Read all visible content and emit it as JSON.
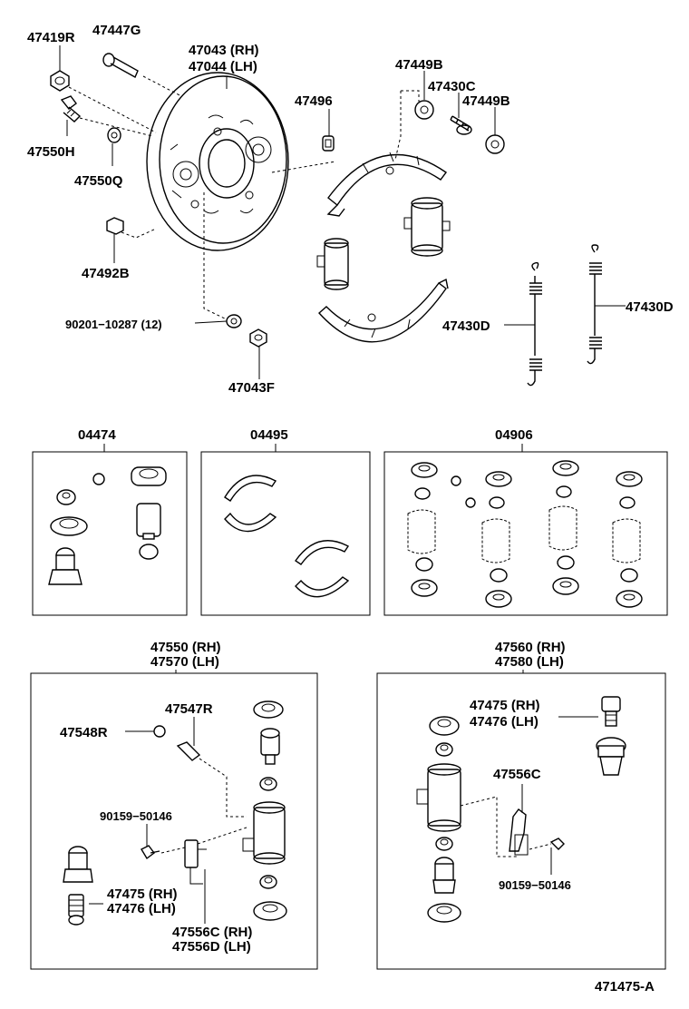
{
  "diagram_id": "471475-A",
  "labels": {
    "p47419R": "47419R",
    "p47447G": "47447G",
    "p47043": "47043 (RH)",
    "p47044": "47044 (LH)",
    "p47449B_top": "47449B",
    "p47430C": "47430C",
    "p47449B_right": "47449B",
    "p47496": "47496",
    "p47550H": "47550H",
    "p47550Q": "47550Q",
    "p47492B": "47492B",
    "p90201": "90201−10287 (12)",
    "p47043F": "47043F",
    "p47430D_left": "47430D",
    "p47430D_right": "47430D"
  },
  "kits": [
    {
      "label": "04474"
    },
    {
      "label": "04495"
    },
    {
      "label": "04906"
    }
  ],
  "assembly_left": {
    "title_rh": "47550 (RH)",
    "title_lh": "47570 (LH)",
    "p47547R": "47547R",
    "p47548R": "47548R",
    "p90159": "90159−50146",
    "p47475": "47475 (RH)",
    "p47476": "47476 (LH)",
    "p47556C": "47556C (RH)",
    "p47556D": "47556D (LH)"
  },
  "assembly_right": {
    "title_rh": "47560 (RH)",
    "title_lh": "47580 (LH)",
    "p47475": "47475 (RH)",
    "p47476": "47476 (LH)",
    "p47556C": "47556C",
    "p90159": "90159−50146"
  }
}
